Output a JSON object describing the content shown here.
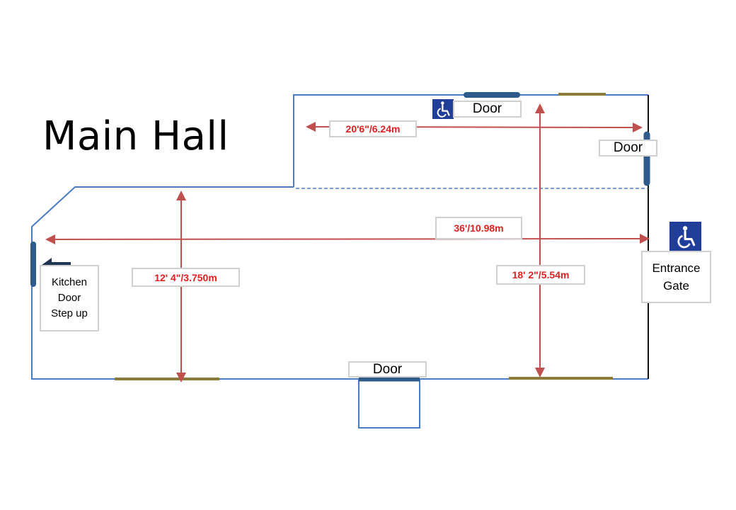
{
  "title": "Main Hall",
  "labels": {
    "door_top": "Door",
    "door_right": "Door",
    "door_bottom": "Door",
    "kitchen": [
      "Kitchen",
      "Door",
      "Step up"
    ],
    "entrance": [
      "Entrance",
      "Gate"
    ]
  },
  "dimensions": {
    "top_width": "20'6\"/6.24m",
    "full_width": "36'/10.98m",
    "left_depth": "12' 4\"/3.750m",
    "right_depth": "18' 2\"/5.54m"
  },
  "icons": [
    "wheelchair-accessible-icon",
    "kitchen-arrow-icon"
  ],
  "colors": {
    "wall": "#4a7bc4",
    "door": "#2e5a8c",
    "window": "#8c7a3a",
    "dimension": "#c0504d",
    "dim_text": "#e02020",
    "accessible_bg": "#1f3d99"
  }
}
